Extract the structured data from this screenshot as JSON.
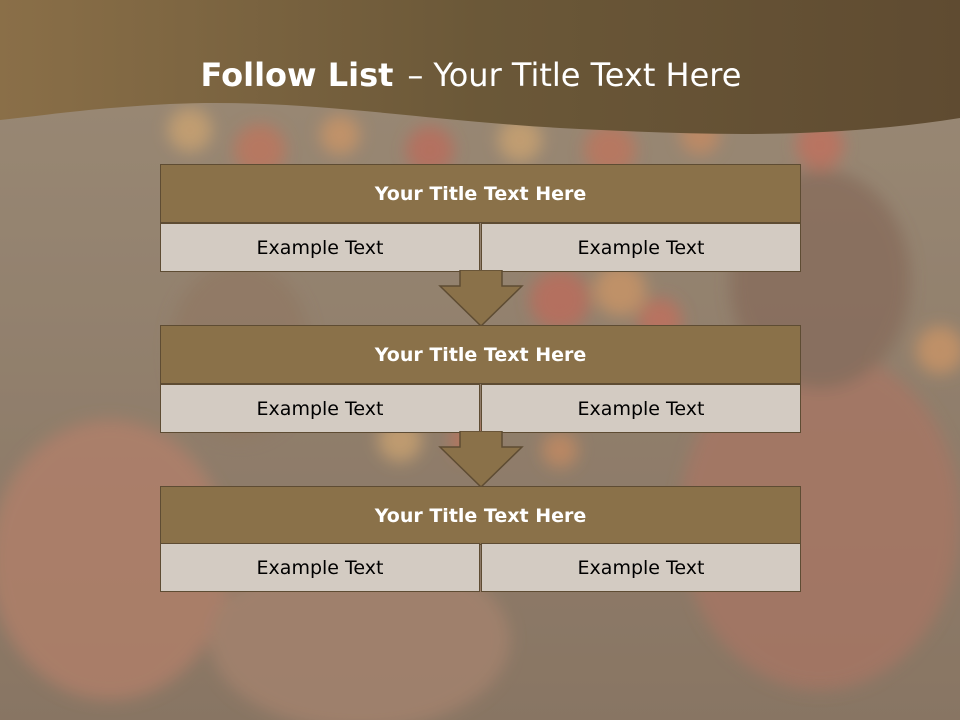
{
  "slide": {
    "title_bold": "Follow List",
    "title_dash": "–",
    "title_rest": "Your Title Text Here"
  },
  "blocks": [
    {
      "title": "Your Title Text Here",
      "left": "Example Text",
      "right": "Example Text"
    },
    {
      "title": "Your Title Text Here",
      "left": "Example Text",
      "right": "Example Text"
    },
    {
      "title": "Your Title Text Here",
      "left": "Example Text",
      "right": "Example Text"
    }
  ],
  "colors": {
    "header_band": "#7a6244",
    "box_header": "#8a7149",
    "box_cell": "#d3cbc2",
    "border": "#5e4c33",
    "arrow": "#8a7149"
  }
}
